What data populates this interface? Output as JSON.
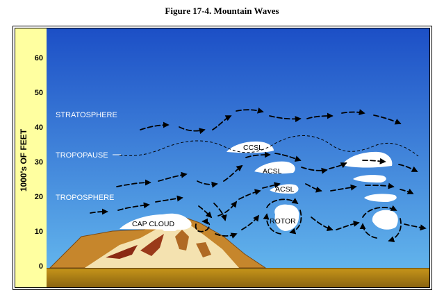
{
  "figure": {
    "title": "Figure 17-4. Mountain Waves"
  },
  "axis": {
    "title": "1000's OF FEET",
    "ticks": [
      "0",
      "10",
      "20",
      "30",
      "40",
      "50",
      "60"
    ]
  },
  "layers": {
    "stratosphere": "STRATOSPHERE",
    "tropopause": "TROPOPAUSE",
    "troposphere": "TROPOSPHERE"
  },
  "clouds": {
    "cap": "CAP CLOUD",
    "ccsl": "CCSL",
    "acsl_upper": "ACSL",
    "acsl_lower": "ACSL",
    "rotor": "ROTOR"
  },
  "colors": {
    "sky_top": "#1c4fc6",
    "sky_bottom": "#5fb0ea",
    "axis_panel": "#ffffa0",
    "ground": "#b8860b",
    "mountain": "#c6862c"
  }
}
